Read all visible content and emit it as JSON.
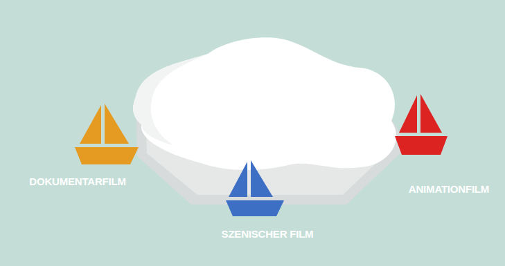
{
  "diagram": {
    "labels": [
      "DOKUMENTARFILM",
      "SZENISCHER FILM",
      "ANIMATIONFILM"
    ]
  }
}
